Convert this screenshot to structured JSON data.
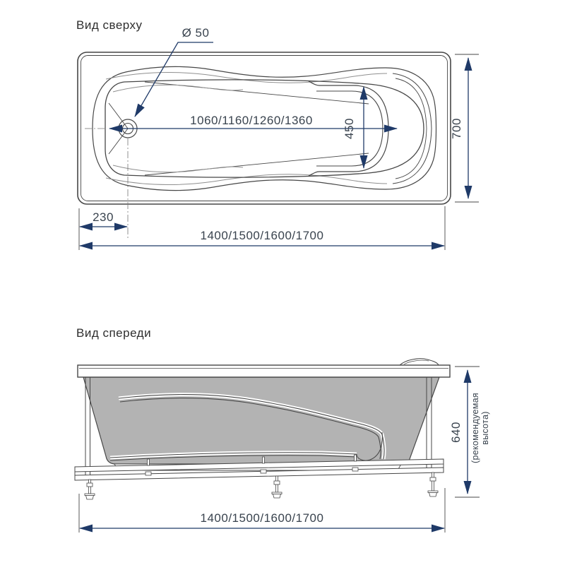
{
  "drawing": {
    "top_view": {
      "title": "Вид сверху",
      "dims": {
        "drain_diameter": "Ø 50",
        "inner_length": "1060/1160/1260/1360",
        "inner_width": "450",
        "overall_width": "700",
        "drain_offset": "230",
        "overall_length": "1400/1500/1600/1700"
      }
    },
    "front_view": {
      "title": "Вид спереди",
      "dims": {
        "height": "640",
        "height_note_line1": "(рекомендуемая",
        "height_note_line2": "высота)",
        "overall_length": "1400/1500/1600/1700"
      }
    }
  },
  "colors": {
    "background": "#ffffff",
    "line": "#474747",
    "light_line": "#8f8f8f",
    "dim_line": "#1f3a68",
    "dim_text": "#39434e",
    "body_fill": "#b3b3b3",
    "text": "#2e2e2e"
  }
}
